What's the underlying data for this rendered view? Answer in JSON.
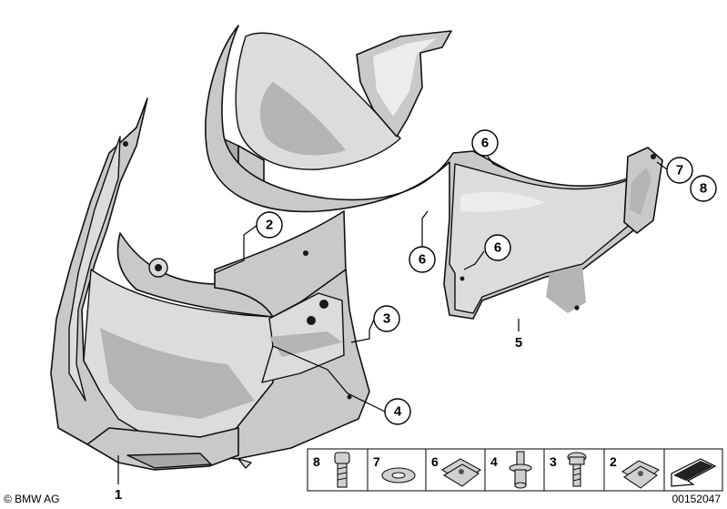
{
  "copyright": "© BMW AG",
  "diagram_id": "00152047",
  "callouts": [
    {
      "label": "2"
    },
    {
      "label": "3"
    },
    {
      "label": "4"
    },
    {
      "label": "6"
    },
    {
      "label": "6"
    },
    {
      "label": "6"
    },
    {
      "label": "7"
    },
    {
      "label": "8"
    }
  ],
  "part_numbers": [
    {
      "label": "1"
    },
    {
      "label": "5"
    }
  ],
  "legend": [
    {
      "label": "8",
      "icon": "bolt-icon"
    },
    {
      "label": "7",
      "icon": "washer-icon"
    },
    {
      "label": "6",
      "icon": "clip-nut-icon"
    },
    {
      "label": "4",
      "icon": "rivet-icon"
    },
    {
      "label": "3",
      "icon": "screw-icon"
    },
    {
      "label": "2",
      "icon": "clip-nut-icon"
    }
  ],
  "legend_arrow_icon": "direction-arrow-icon"
}
